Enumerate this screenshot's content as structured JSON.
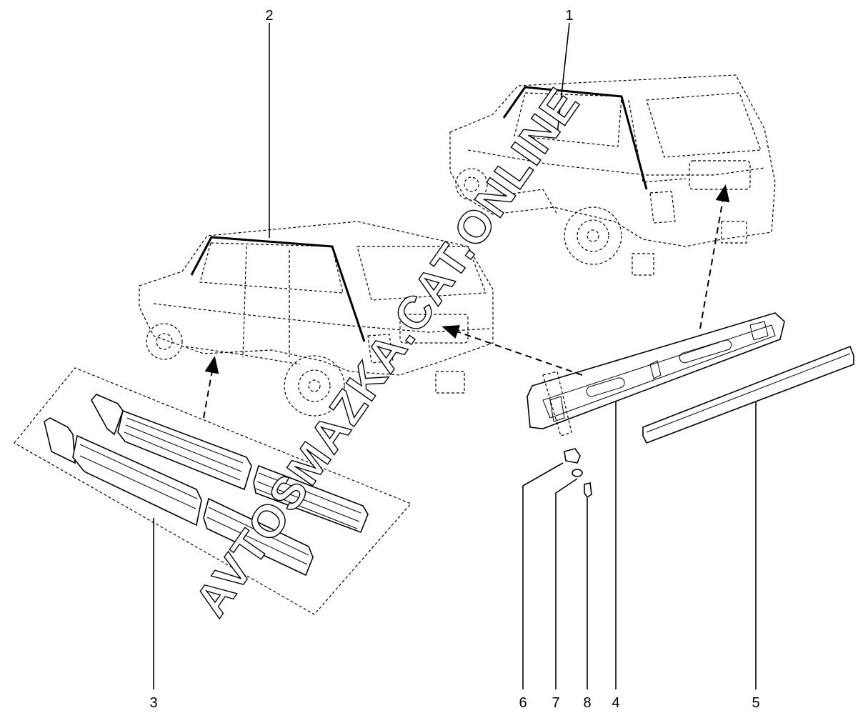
{
  "callouts": [
    {
      "label": "1"
    },
    {
      "label": "2"
    },
    {
      "label": "3"
    },
    {
      "label": "4"
    },
    {
      "label": "5"
    },
    {
      "label": "6"
    },
    {
      "label": "7"
    },
    {
      "label": "8"
    }
  ],
  "watermark": "AVTOSMAZKA.CAT.ONLINE"
}
